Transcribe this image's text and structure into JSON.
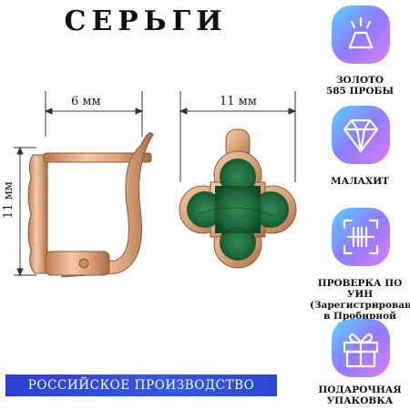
{
  "title": "СЕРЬГИ",
  "dimensions": {
    "hook_width": "6 мм",
    "front_width": "11 мм",
    "height": "11 мм"
  },
  "features": [
    {
      "icon": "gold-bar-icon",
      "line1": "ЗОЛОТО",
      "line2": "585 ПРОБЫ",
      "line3": ""
    },
    {
      "icon": "diamond-icon",
      "line1": "МАЛАХИТ",
      "line2": "",
      "line3": ""
    },
    {
      "icon": "barcode-scan-icon",
      "line1": "ПРОВЕРКА ПО УИН",
      "line2": "(Зарегистрирован",
      "line3": "в Пробирной Палате)"
    },
    {
      "icon": "gift-icon",
      "line1": "ПОДАРОЧНАЯ",
      "line2": "УПАКОВКА",
      "line3": ""
    }
  ],
  "banner": "РОССИЙСКОЕ ПРОИЗВОДСТВО",
  "colors": {
    "gold": "#d9a27a",
    "malachite": "#1f6b3e",
    "banner": "#3050dd"
  }
}
